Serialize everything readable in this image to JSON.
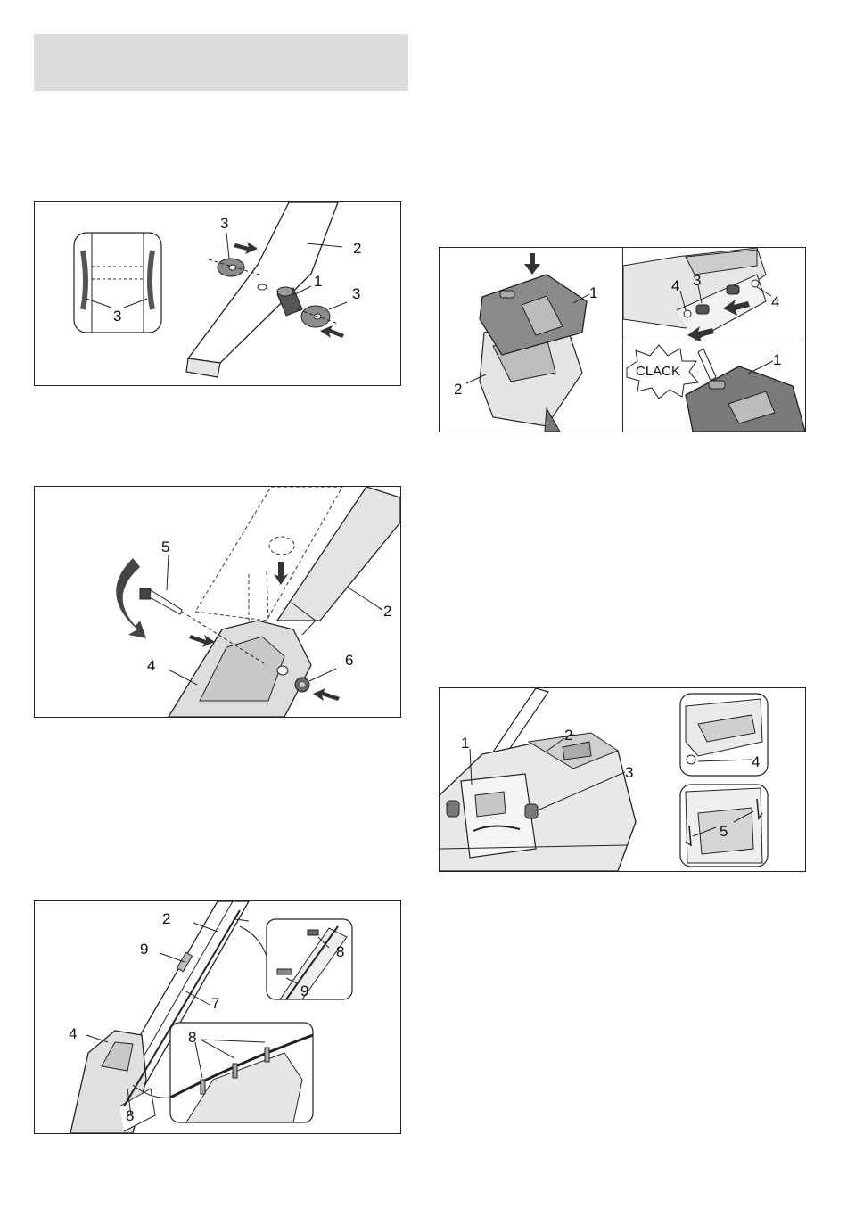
{
  "figures": {
    "fig1": {
      "labels": [
        "3",
        "2",
        "1",
        "3",
        "3"
      ]
    },
    "fig2": {
      "labels": [
        "5",
        "2",
        "4",
        "6"
      ]
    },
    "fig3": {
      "labels": [
        "2",
        "9",
        "7",
        "4",
        "8",
        "8",
        "9",
        "8"
      ]
    },
    "fig4": {
      "labels": [
        "1",
        "2",
        "4",
        "3",
        "4",
        "1"
      ],
      "clack_text": "CLACK"
    },
    "fig5": {
      "labels": [
        "1",
        "2",
        "3",
        "4",
        "5"
      ]
    }
  }
}
